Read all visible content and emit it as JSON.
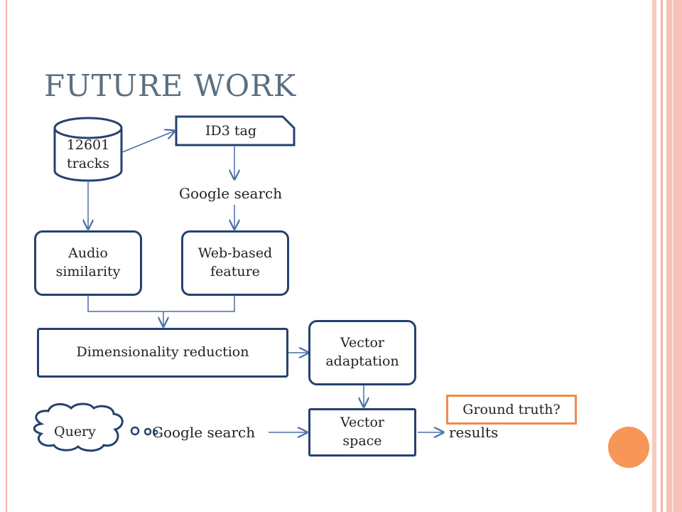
{
  "title": "FUTURE WORK",
  "nodes": {
    "tracks": "12601 tracks",
    "id3": "ID3 tag",
    "google_search_top": "Google search",
    "audio": "Audio similarity",
    "web": "Web-based feature",
    "dim": "Dimensionality reduction",
    "vector_adapt": "Vector adaptation",
    "query": "Query",
    "google_search_bottom": "Google search",
    "vector_space": "Vector space",
    "results": "results",
    "ground_truth": "Ground truth?"
  },
  "colors": {
    "box_border": "#24426e",
    "arrow": "#4a6fa5",
    "title": "#5b6f80",
    "ground_truth_border": "#f08a4b",
    "accent_circle": "#f79656"
  }
}
